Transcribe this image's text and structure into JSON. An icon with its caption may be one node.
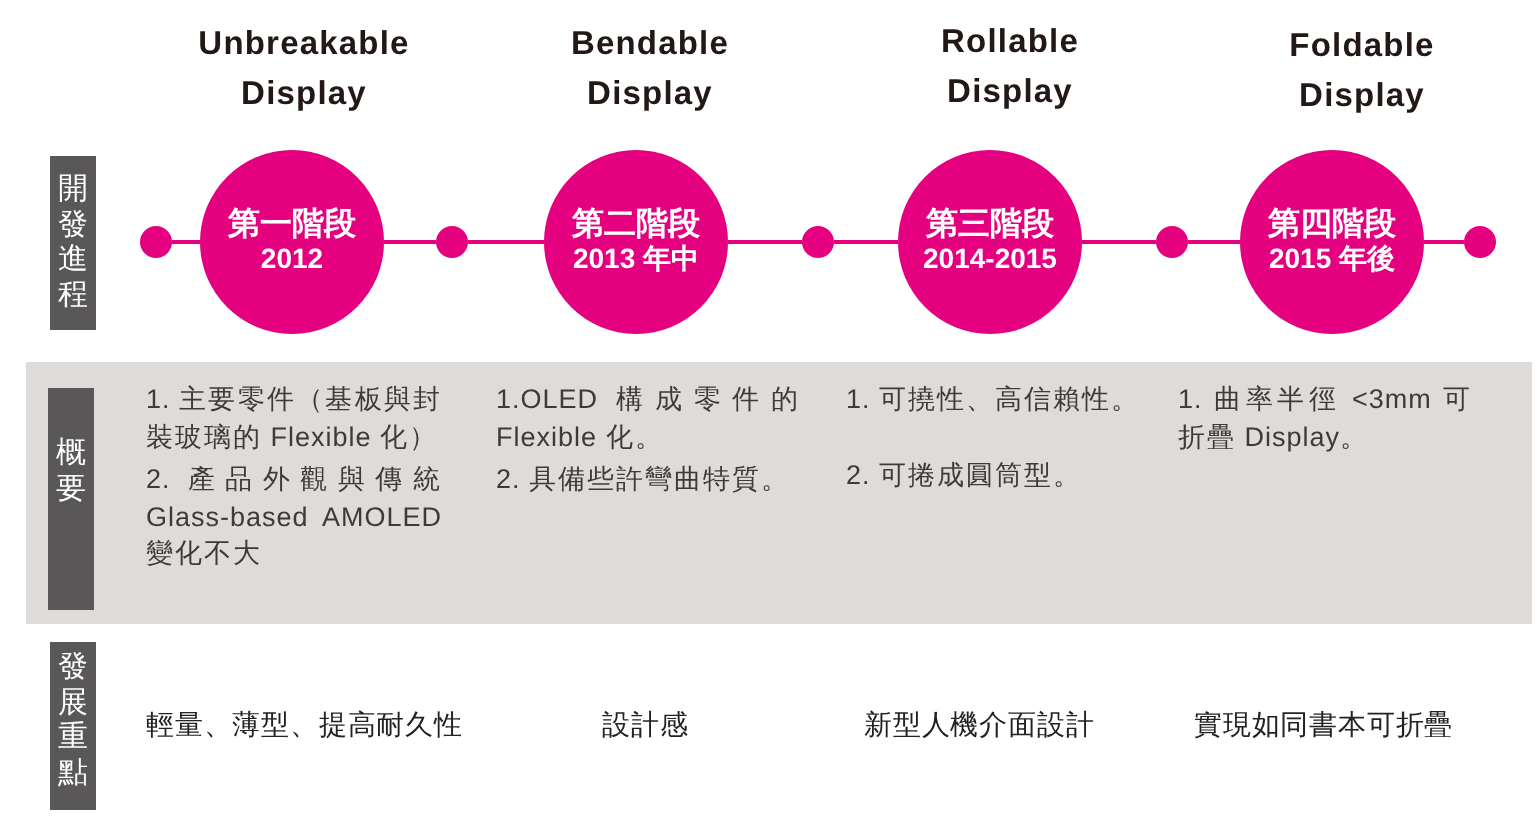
{
  "diagram": {
    "nodes": [
      {
        "text": [
          "開發進程"
        ]
      },
      {
        "text": [],
        "shape": "circle"
      },
      {
        "text": [
          "第一階段",
          "2012"
        ],
        "beside": [
          "Unbreakable Display"
        ]
      },
      {
        "text": [],
        "shape": "circle"
      },
      {
        "text": [
          "第二階段",
          "2013 年中"
        ],
        "beside": [
          "Bendable Display"
        ]
      },
      {
        "text": [],
        "shape": "circle"
      },
      {
        "text": [
          "第三階段",
          "2014-2015"
        ],
        "beside": [
          "Rollable Display"
        ]
      },
      {
        "text": [],
        "shape": "circle"
      },
      {
        "text": [
          "第四階段",
          "2015 年後"
        ],
        "beside": [
          "Foldable Display"
        ]
      },
      {
        "text": [],
        "shape": "circle"
      },
      {
        "text": [
          "1. 主要零件（基板與封裝玻璃的 Flexible 化）",
          "2. 產品外觀與傳統 Glass-based AMOLED 變化不大",
          "1.OLED 構成零件的 Flexible 化。",
          "2. 具備些許彎曲特質。",
          "1. 可撓性、高信賴性。",
          "2. 可捲成圓筒型。",
          "1. 曲率半徑 <3mm 可折疊 Display。"
        ]
      },
      {
        "text": [
          "概要"
        ],
        "in": 10
      },
      {
        "text": [
          "發展重點"
        ]
      }
    ],
    "edges": [
      {
        "from": 1,
        "to": 2,
        "arrow": "none"
      },
      {
        "from": 2,
        "to": 3,
        "arrow": "none"
      },
      {
        "from": 3,
        "to": 4,
        "arrow": "none"
      },
      {
        "from": 4,
        "to": 5,
        "arrow": "none"
      },
      {
        "from": 5,
        "to": 6,
        "arrow": "none"
      },
      {
        "from": 6,
        "to": 7,
        "arrow": "none"
      },
      {
        "from": 7,
        "to": 8,
        "arrow": "none"
      },
      {
        "from": 8,
        "to": 9,
        "arrow": "none"
      }
    ],
    "labels": [
      "輕量、薄型、提高耐久性",
      "設計感",
      "新型人機介面設計",
      "實現如同書本可折疊"
    ]
  }
}
